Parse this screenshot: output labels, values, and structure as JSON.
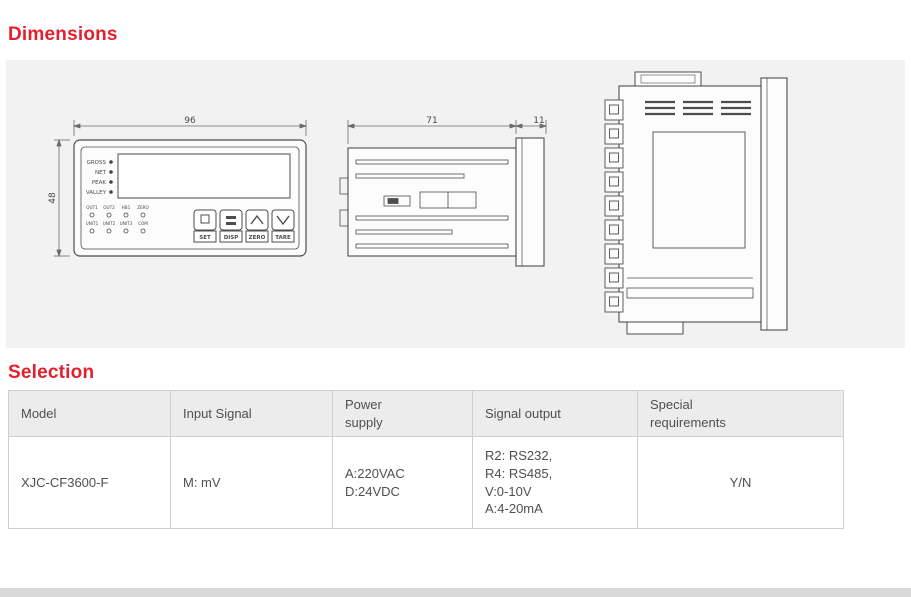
{
  "colors": {
    "accent_red": "#e5202e",
    "panel_bg": "#f2f2f2",
    "table_header_bg": "#ececec",
    "table_border": "#cfcfcf",
    "text": "#4f4f4f"
  },
  "sections": {
    "dimensions_title": "Dimensions",
    "selection_title": "Selection"
  },
  "drawings": {
    "front_view": {
      "dim_width": "96",
      "dim_height": "48",
      "led_labels": [
        "GROSS",
        "NET",
        "PEAK",
        "VALLEY"
      ],
      "out_labels": [
        "OUT1",
        "OUT2",
        "HB1",
        "ZERO"
      ],
      "unit_labels": [
        "UNIT1",
        "UNIT2",
        "UNIT3",
        "COM"
      ],
      "button_labels": [
        "SET",
        "DISP",
        "ZERO",
        "TARE"
      ]
    },
    "side_view": {
      "dim_depth": "71",
      "dim_bezel": "11"
    }
  },
  "selection_table": {
    "headers": [
      "Model",
      "Input Signal",
      "Power\nsupply",
      "Signal output",
      "Special\nrequirements"
    ],
    "row": {
      "model": "XJC-CF3600-F",
      "input_signal": "M: mV",
      "power_supply": "A:220VAC\nD:24VDC",
      "signal_output": "R2: RS232,\nR4: RS485,\nV:0-10V\nA:4-20mA",
      "special_requirements": "Y/N"
    }
  }
}
